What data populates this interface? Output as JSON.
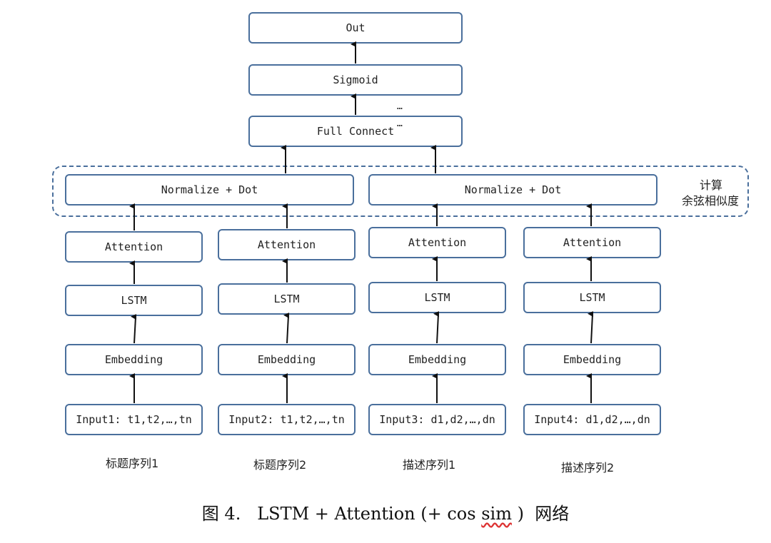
{
  "top": {
    "out": "Out",
    "sigmoid": "Sigmoid",
    "full_connect": "Full Connect",
    "ellipsis": "…"
  },
  "normalize": {
    "left": "Normalize + Dot",
    "right": "Normalize + Dot",
    "annotation_line1": "计算",
    "annotation_line2": "余弦相似度"
  },
  "columns": [
    {
      "attention": "Attention",
      "lstm": "LSTM",
      "embedding": "Embedding",
      "input": "Input1: t1,t2,…,tn",
      "caption": "标题序列1"
    },
    {
      "attention": "Attention",
      "lstm": "LSTM",
      "embedding": "Embedding",
      "input": "Input2: t1,t2,…,tn",
      "caption": "标题序列2"
    },
    {
      "attention": "Attention",
      "lstm": "LSTM",
      "embedding": "Embedding",
      "input": "Input3: d1,d2,…,dn",
      "caption": "描述序列1"
    },
    {
      "attention": "Attention",
      "lstm": "LSTM",
      "embedding": "Embedding",
      "input": "Input4: d1,d2,…,dn",
      "caption": "描述序列2"
    }
  ],
  "figure_caption": {
    "prefix": "图 4.   LSTM + Attention (+ cos ",
    "sim": "sim",
    "suffix": " )  网络"
  }
}
